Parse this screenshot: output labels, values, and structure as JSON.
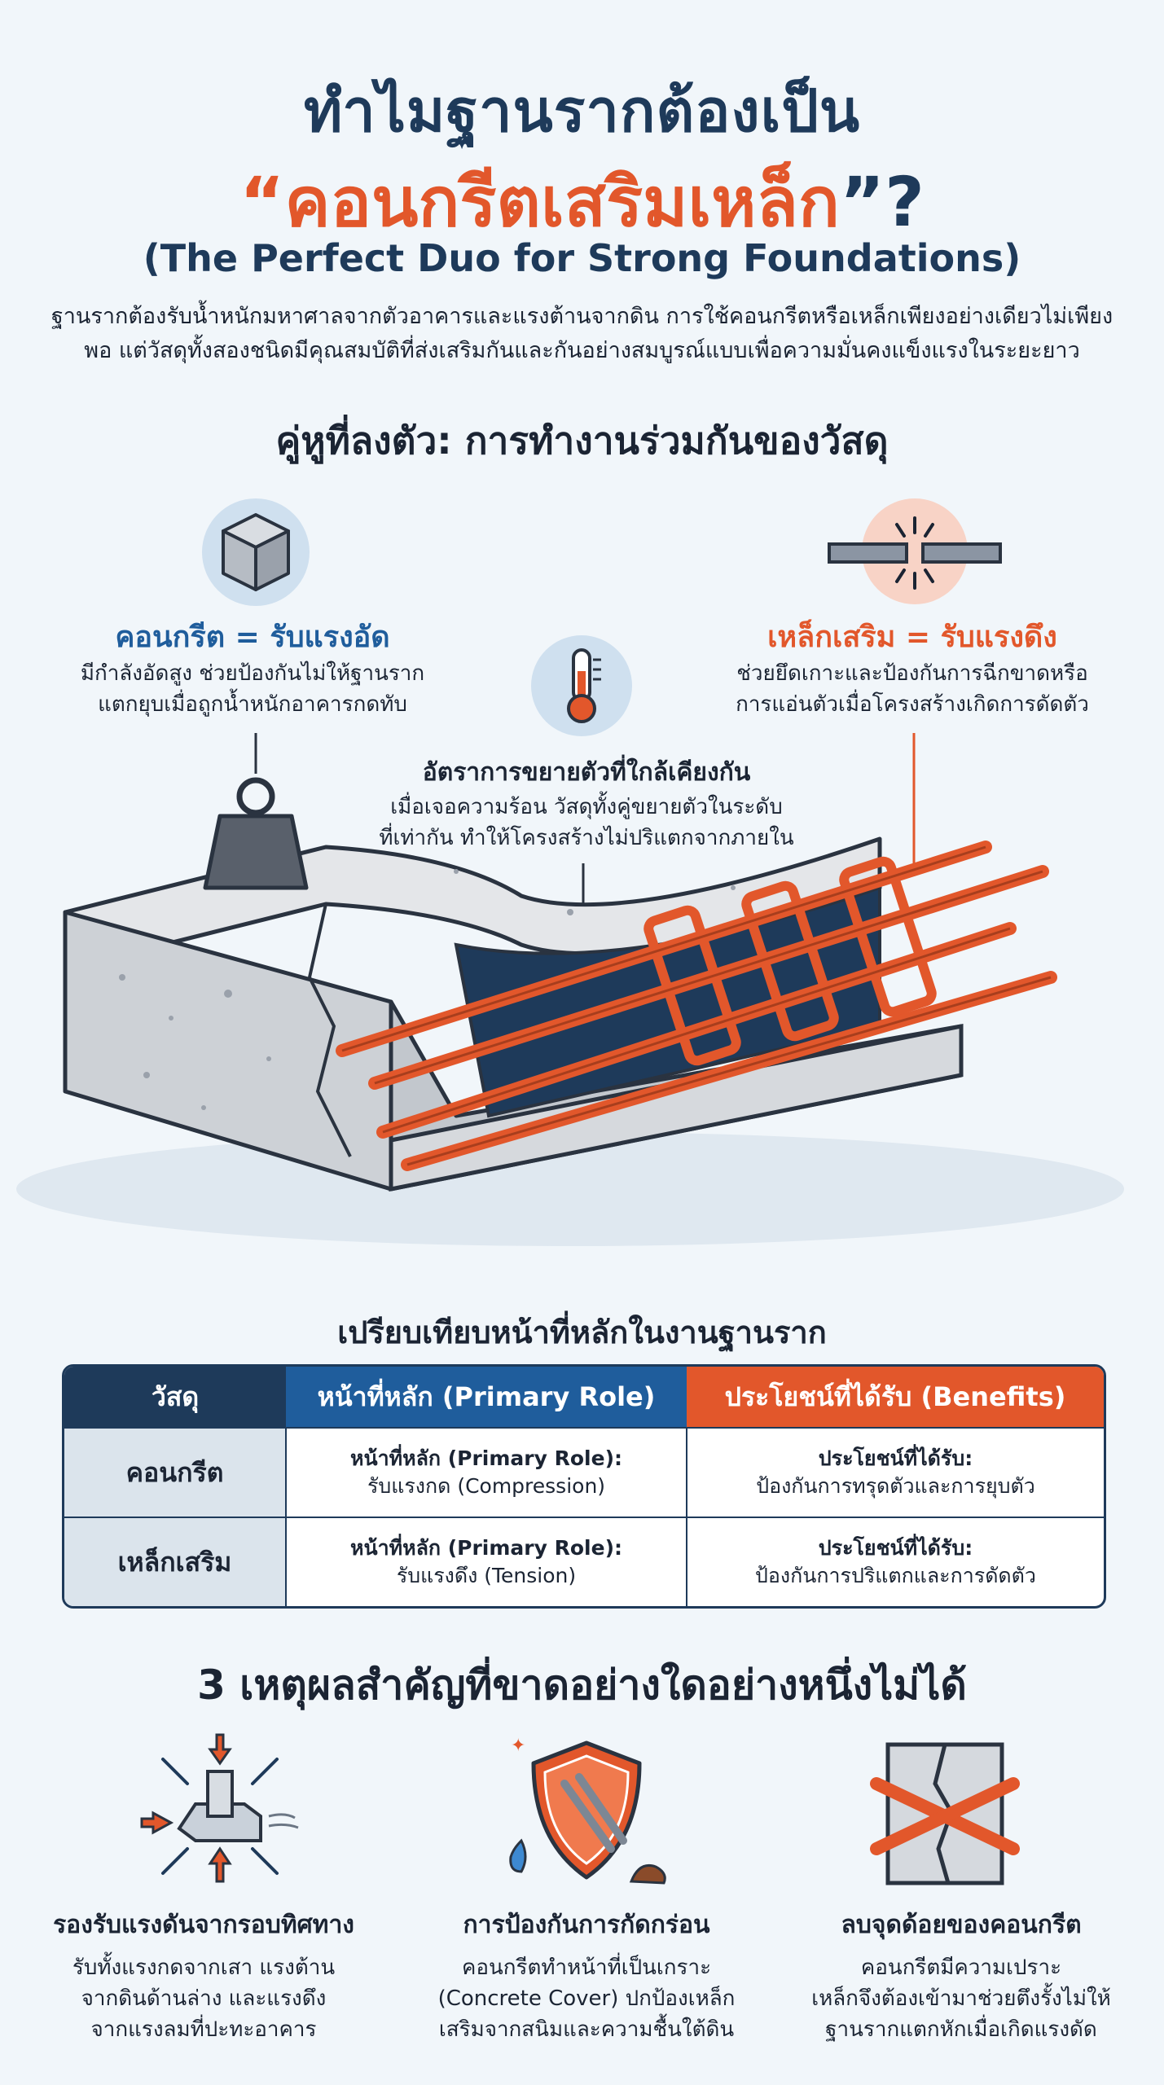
{
  "header": {
    "title_line1": "ทำไมฐานรากต้องเป็น",
    "title_quote_open": "“",
    "title_highlight": "คอนกรีตเสริมเหล็ก",
    "title_quote_close": "”?",
    "subtitle": "(The Perfect Duo for Strong Foundations)",
    "intro_line1": "ฐานรากต้องรับน้ำหนักมหาศาลจากตัวอาคารและแรงต้านจากดิน การใช้คอนกรีตหรือเหล็กเพียงอย่างเดียวไม่เพียง",
    "intro_line2": "พอ แต่วัสดุทั้งสองชนิดมีคุณสมบัติที่ส่งเสริมกันและกันอย่างสมบูรณ์แบบเพื่อความมั่นคงแข็งแรงในระยะยาว"
  },
  "pair": {
    "title": "คู่หูที่ลงตัว: การทำงานร่วมกันของวัสดุ",
    "concrete": {
      "heading": "คอนกรีต = รับแรงอัด",
      "desc_line1": "มีกำลังอัดสูง ช่วยป้องกันไม่ให้ฐานราก",
      "desc_line2": "แตกยุบเมื่อถูกน้ำหนักอาคารกดทับ"
    },
    "steel": {
      "heading": "เหล็กเสริม = รับแรงดึง",
      "desc_line1": "ช่วยยึดเกาะและป้องกันการฉีกขาดหรือ",
      "desc_line2": "การแอ่นตัวเมื่อโครงสร้างเกิดการดัดตัว"
    },
    "expansion": {
      "heading": "อัตราการขยายตัวที่ใกล้เคียงกัน",
      "desc_line1": "เมื่อเจอความร้อน วัสดุทั้งคู่ขยายตัวในระดับ",
      "desc_line2": "ที่เท่ากัน ทำให้โครงสร้างไม่ปริแตกจากภายใน"
    }
  },
  "comparison": {
    "title": "เปรียบเทียบหน้าที่หลักในงานฐานราก",
    "headers": [
      "วัสดุ",
      "หน้าที่หลัก (Primary Role)",
      "ประโยชน์ที่ได้รับ (Benefits)"
    ],
    "rows": [
      {
        "material": "คอนกรีต",
        "role_label": "หน้าที่หลัก (Primary Role):",
        "role_value": "รับแรงกด (Compression)",
        "benefit_label": "ประโยชน์ที่ได้รับ:",
        "benefit_value": "ป้องกันการทรุดตัวและการยุบตัว"
      },
      {
        "material": "เหล็กเสริม",
        "role_label": "หน้าที่หลัก (Primary Role):",
        "role_value": "รับแรงดึง (Tension)",
        "benefit_label": "ประโยชน์ที่ได้รับ:",
        "benefit_value": "ป้องกันการปริแตกและการดัดตัว"
      }
    ]
  },
  "reasons": {
    "title": "3 เหตุผลสำคัญที่ขาดอย่างใดอย่างหนึ่งไม่ได้",
    "items": [
      {
        "title": "รองรับแรงดันจากรอบทิศทาง",
        "lines": [
          "รับทั้งแรงกดจากเสา แรงต้าน",
          "จากดินด้านล่าง และแรงดึง",
          "จากแรงลมที่ปะทะอาคาร"
        ]
      },
      {
        "title": "การป้องกันการกัดกร่อน",
        "lines": [
          "คอนกรีตทำหน้าที่เป็นเกราะ",
          "(Concrete Cover) ปกป้องเหล็ก",
          "เสริมจากสนิมและความชื้นใต้ดิน"
        ]
      },
      {
        "title": "ลบจุดด้อยของคอนกรีต",
        "lines": [
          "คอนกรีตมีความเปราะ",
          "เหล็กจึงต้องเข้ามาช่วยตึงรั้งไม่ให้",
          "ฐานรากแตกหักเมื่อเกิดแรงดัด"
        ]
      }
    ]
  },
  "colors": {
    "navy": "#1e3a5a",
    "blue": "#1f5d9c",
    "orange": "#e2572b",
    "background": "#f1f6fa"
  },
  "icons": [
    "cube-icon",
    "broken-bar-icon",
    "thermometer-icon",
    "weight-icon",
    "compression-arrows-icon",
    "shield-icon",
    "cracked-block-icon"
  ]
}
